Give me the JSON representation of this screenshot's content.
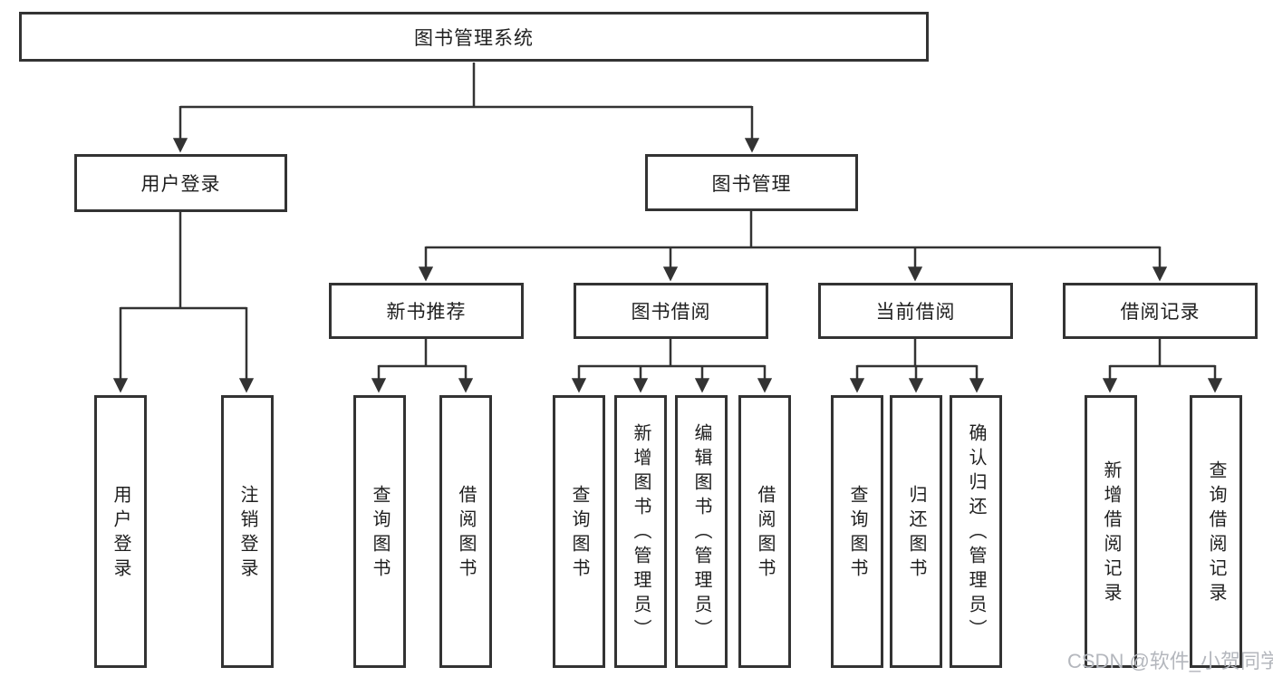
{
  "diagram_title": "图书管理系统",
  "tree": {
    "label": "图书管理系统",
    "children": [
      {
        "label": "用户登录",
        "children": [
          {
            "label": "用户登录"
          },
          {
            "label": "注销登录"
          }
        ]
      },
      {
        "label": "图书管理",
        "children": [
          {
            "label": "新书推荐",
            "children": [
              {
                "label": "查询图书"
              },
              {
                "label": "借阅图书"
              }
            ]
          },
          {
            "label": "图书借阅",
            "children": [
              {
                "label": "查询图书"
              },
              {
                "label": "新增图书（管理员）"
              },
              {
                "label": "编辑图书（管理员）"
              },
              {
                "label": "借阅图书"
              }
            ]
          },
          {
            "label": "当前借阅",
            "children": [
              {
                "label": "查询图书"
              },
              {
                "label": "归还图书"
              },
              {
                "label": "确认归还（管理员）"
              }
            ]
          },
          {
            "label": "借阅记录",
            "children": [
              {
                "label": "新增借阅记录"
              },
              {
                "label": "查询借阅记录"
              }
            ]
          }
        ]
      }
    ]
  },
  "watermark": "CSDN @软件_小贺同学",
  "colors": {
    "line": "#333333",
    "box_border": "#333333",
    "text": "#1f1f1f",
    "watermark": "#b4b7bd",
    "background": "#ffffff"
  }
}
